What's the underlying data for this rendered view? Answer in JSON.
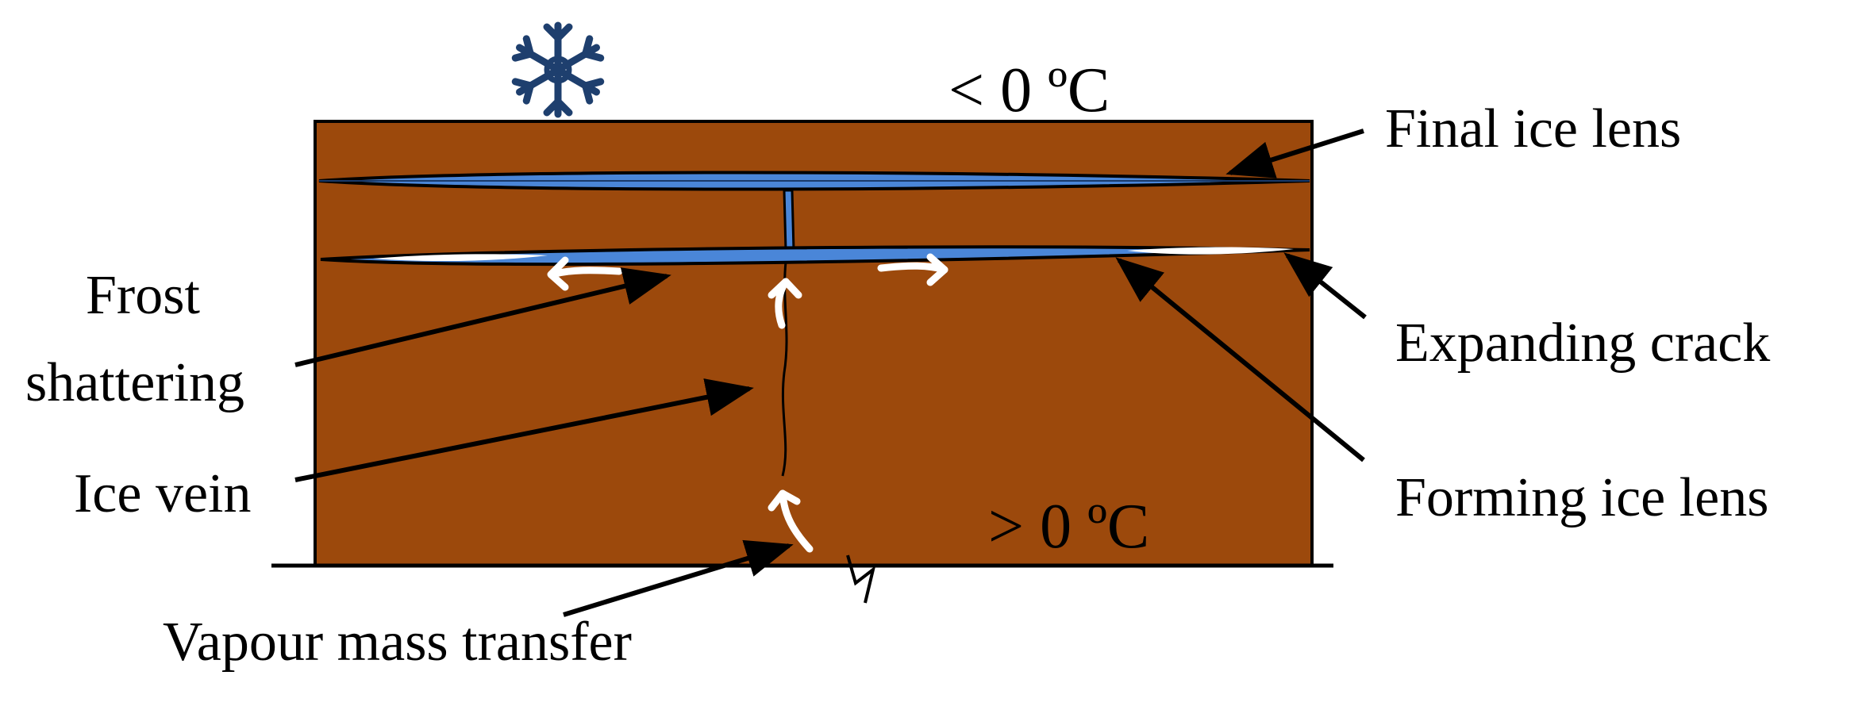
{
  "colors": {
    "soil": "#9C490C",
    "ice": "#4A86D8",
    "outline": "#000000",
    "arrow": "#000000",
    "flow_arrow": "#ffffff",
    "snowflake": "#1E3F6E"
  },
  "icons": {
    "top": "snowflake-icon"
  },
  "temperatures": {
    "top": "< 0 ºC",
    "bottom": "> 0 ºC"
  },
  "labels": {
    "final_ice_lens": "Final ice lens",
    "expanding_crack": "Expanding crack",
    "forming_ice_lens": "Forming ice lens",
    "frost_shattering": [
      "Frost",
      "shattering"
    ],
    "ice_vein": "Ice vein",
    "vapour_mass_transfer": "Vapour mass transfer"
  }
}
